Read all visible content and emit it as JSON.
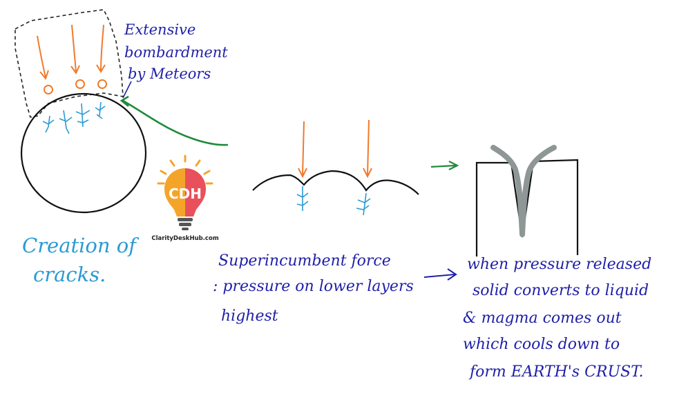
{
  "colors": {
    "blue_ink": "#1f1fa8",
    "cyan_ink": "#2a9ad4",
    "orange_ink": "#f07a2a",
    "green_ink": "#1e8a3a",
    "black_ink": "#111111",
    "magma_gray": "#8e9696",
    "logo_orange": "#f5a42a",
    "logo_red": "#e8505b"
  },
  "left_panel": {
    "annotation_lines": [
      "Extensive",
      "bombardment",
      "by Meteors"
    ],
    "caption_lines": [
      "Creation of",
      "cracks."
    ]
  },
  "logo": {
    "acronym": "CDH",
    "site": "ClarityDeskHub.com"
  },
  "middle_panel": {
    "caption_lines": [
      "Superincumbent force",
      ": pressure on lower layers",
      "highest"
    ]
  },
  "right_panel": {
    "caption_lines": [
      "when pressure released",
      "solid converts to liquid",
      "& magma comes out",
      "which cools down to",
      "form EARTH's CRUST."
    ]
  }
}
